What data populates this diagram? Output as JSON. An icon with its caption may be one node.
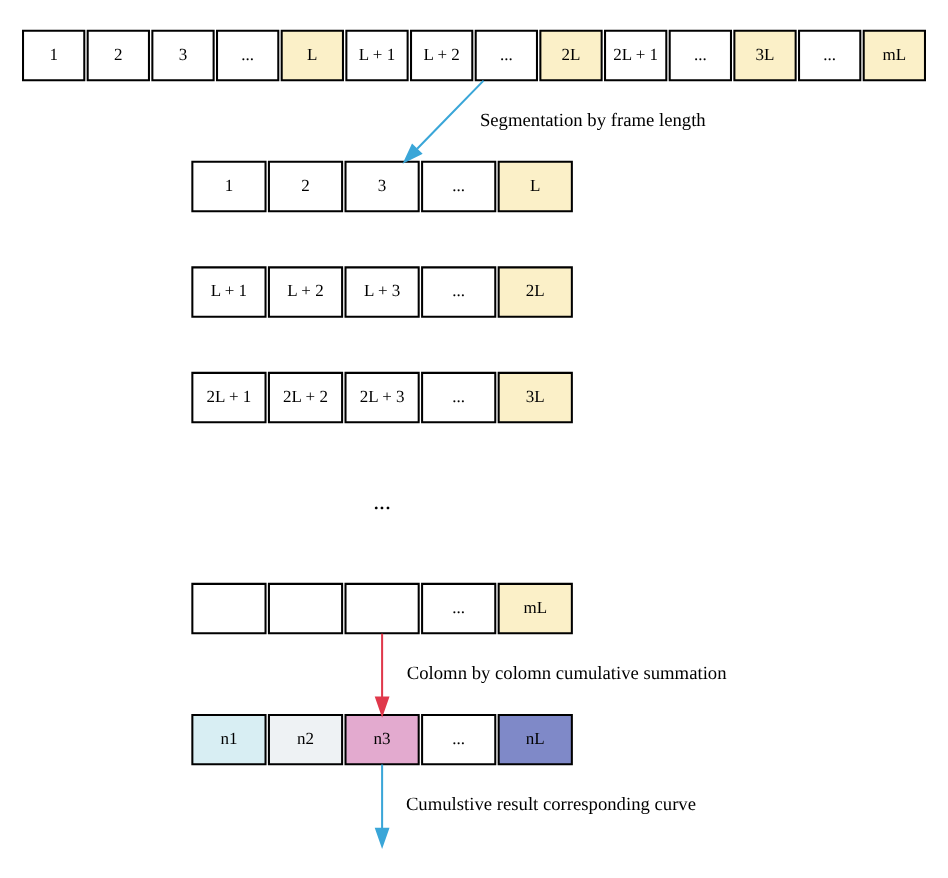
{
  "diagram": {
    "nodes": [
      {
        "text": [
          "1"
        ]
      },
      {
        "text": [
          "2"
        ]
      },
      {
        "text": [
          "3"
        ]
      },
      {
        "text": [
          "..."
        ]
      },
      {
        "text": [
          "L"
        ]
      },
      {
        "text": [
          "L + 1"
        ]
      },
      {
        "text": [
          "L + 2"
        ]
      },
      {
        "text": [
          "..."
        ]
      },
      {
        "text": [
          "2L"
        ]
      },
      {
        "text": [
          "2L + 1"
        ]
      },
      {
        "text": [
          "..."
        ]
      },
      {
        "text": [
          "3L"
        ]
      },
      {
        "text": [
          "..."
        ]
      },
      {
        "text": [
          "mL"
        ]
      },
      {
        "text": [
          "1"
        ]
      },
      {
        "text": [
          "2"
        ]
      },
      {
        "text": [
          "3"
        ]
      },
      {
        "text": [
          "..."
        ]
      },
      {
        "text": [
          "L"
        ]
      },
      {
        "text": [
          "L + 1"
        ]
      },
      {
        "text": [
          "L + 2"
        ]
      },
      {
        "text": [
          "L + 3"
        ]
      },
      {
        "text": [
          "..."
        ]
      },
      {
        "text": [
          "2L"
        ]
      },
      {
        "text": [
          "2L + 1"
        ]
      },
      {
        "text": [
          "2L + 2"
        ]
      },
      {
        "text": [
          "2L + 3"
        ]
      },
      {
        "text": [
          "..."
        ]
      },
      {
        "text": [
          "3L"
        ]
      },
      {
        "text": [],
        "shape": "box"
      },
      {
        "text": [],
        "shape": "box"
      },
      {
        "text": [],
        "shape": "box"
      },
      {
        "text": [
          "..."
        ]
      },
      {
        "text": [
          "mL"
        ]
      },
      {
        "text": [
          "n1"
        ]
      },
      {
        "text": [
          "n2"
        ]
      },
      {
        "text": [
          "n3"
        ]
      },
      {
        "text": [
          "..."
        ]
      },
      {
        "text": [
          "nL"
        ]
      }
    ],
    "edges": [
      {
        "from": 7,
        "to": 16,
        "arrow": "to",
        "label": "Segmentation by frame length"
      },
      {
        "from": 31,
        "to": 36,
        "arrow": "to",
        "label": "Colomn by colomn cumulative summation",
        "color": "#e0384b"
      },
      {
        "from": 36,
        "to": null,
        "arrow": "to",
        "label": "Cumulstive result corresponding curve"
      }
    ],
    "labels": [
      "..."
    ]
  }
}
